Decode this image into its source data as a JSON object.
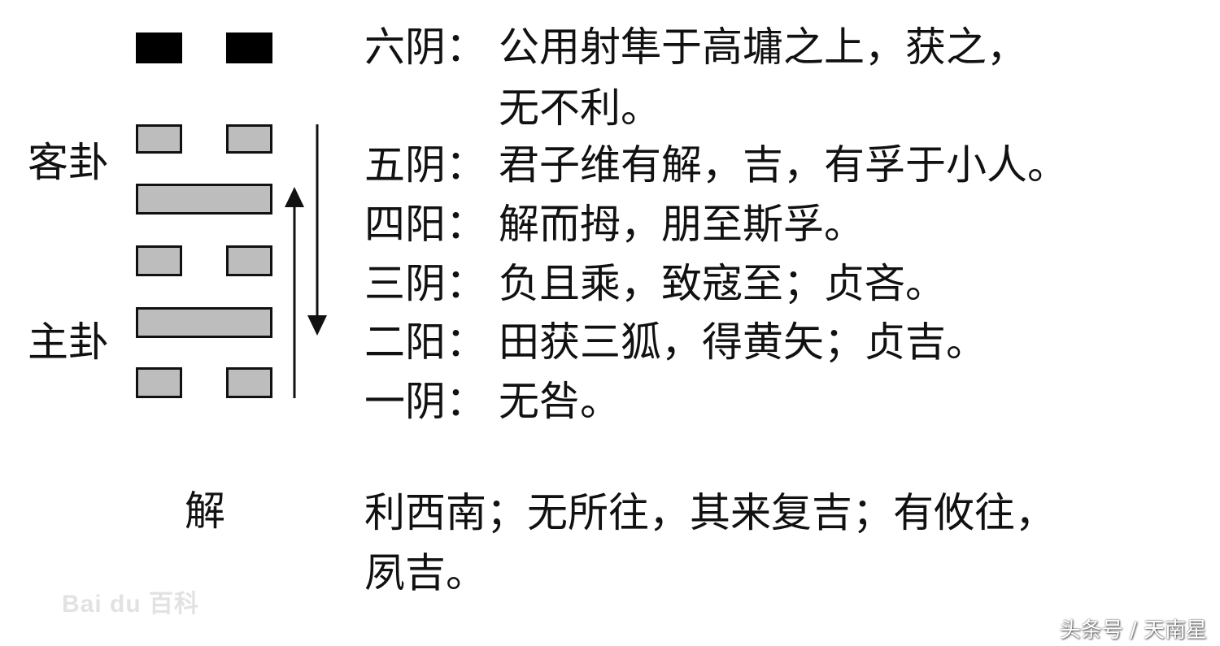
{
  "hexagram": {
    "name": "解",
    "upper_trigram_label": "客卦",
    "lower_trigram_label": "主卦",
    "lines_top_to_bottom": [
      "yin",
      "yin",
      "yang",
      "yin",
      "yang",
      "yin"
    ],
    "colors": {
      "top_line": "#000000",
      "trigram_lines": "#bdbdbd",
      "outline": "#111111"
    }
  },
  "line_texts": [
    {
      "position": "六阴：",
      "text": "公用射隼于高墉之上，获之，",
      "continuation": "无不利。"
    },
    {
      "position": "五阴：",
      "text": "君子维有解，吉，有孚于小人。"
    },
    {
      "position": "四阳：",
      "text": "解而拇，朋至斯孚。"
    },
    {
      "position": "三阴：",
      "text": "负且乘，致寇至；贞吝。"
    },
    {
      "position": "二阳：",
      "text": "田获三狐，得黄矢；贞吉。"
    },
    {
      "position": "一阴：",
      "text": "无咎。"
    }
  ],
  "judgement": {
    "line1": "利西南；无所往，其来复吉；有攸往，",
    "line2": "夙吉。"
  },
  "watermark": "Bai du 百科",
  "credit": "头条号 / 天南星"
}
